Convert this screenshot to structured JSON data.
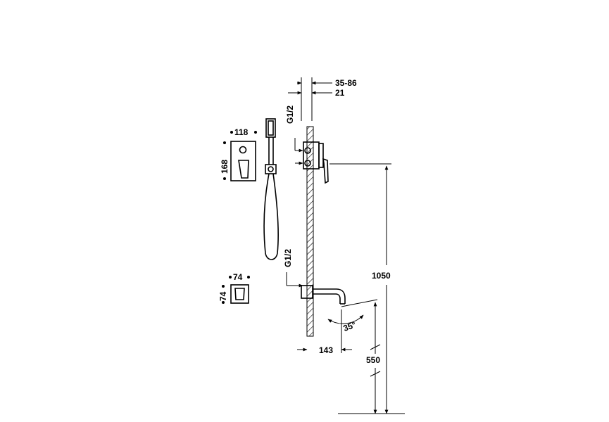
{
  "labels": {
    "inlet_range": "35-86",
    "inlet_depth": "21",
    "thread_top": "G1/2",
    "thread_bottom": "G1/2",
    "plate_width": "118",
    "plate_height": "168",
    "small_width": "74",
    "small_height": "74",
    "total_height": "1050",
    "spout_height": "550",
    "spout_projection": "143",
    "spout_angle": "35°"
  },
  "icons": [
    "shower-handset-icon",
    "mixer-plate-icon",
    "diverter-plate-icon",
    "bath-spout-icon"
  ]
}
